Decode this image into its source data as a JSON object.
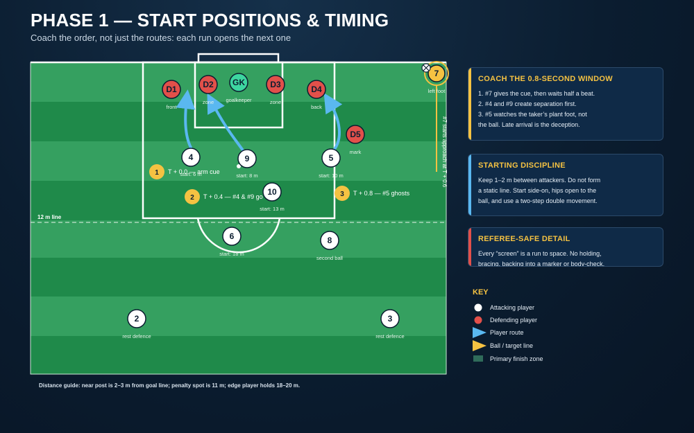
{
  "header": {
    "title": "PHASE 1 — START POSITIONS & TIMING",
    "subtitle": "Coach the order, not just the routes: each run opens the next one"
  },
  "pitch": {
    "line_label": "12 m line",
    "vertical_note": "#7 starts approach at T + 0.6",
    "defenders": [
      {
        "label": "D1",
        "caption": "front"
      },
      {
        "label": "D2",
        "caption": "zone"
      },
      {
        "label": "D3",
        "caption": "zone"
      },
      {
        "label": "D4",
        "caption": "back"
      },
      {
        "label": "D5",
        "caption": "mark"
      }
    ],
    "goalkeeper": {
      "label": "GK",
      "caption": "goalkeeper"
    },
    "attackers": [
      {
        "label": "4",
        "caption": "start: 6 m"
      },
      {
        "label": "9",
        "caption": "start: 8 m"
      },
      {
        "label": "5",
        "caption": "start: 10 m"
      },
      {
        "label": "10",
        "caption": "start: 13 m"
      },
      {
        "label": "6",
        "caption": "start: 18 m"
      },
      {
        "label": "8",
        "caption": "second ball"
      },
      {
        "label": "2",
        "caption": "rest defence"
      },
      {
        "label": "3",
        "caption": "rest defence"
      }
    ],
    "taker": {
      "label": "7",
      "caption": "left foot"
    },
    "timing": [
      {
        "num": "1",
        "text": "T + 0.0 — arm cue"
      },
      {
        "num": "2",
        "text": "T + 0.4 — #4 & #9 go"
      },
      {
        "num": "3",
        "text": "T + 0.8 — #5 ghosts"
      }
    ]
  },
  "panels": [
    {
      "title": "COACH THE 0.8-SECOND WINDOW",
      "lines": [
        "1. #7 gives the cue, then waits half a beat.",
        "2. #4 and #9 create separation first.",
        "3. #5 watches the taker’s plant foot, not",
        "the ball. Late arrival is the deception."
      ]
    },
    {
      "title": "STARTING DISCIPLINE",
      "lines": [
        "Keep 1–2 m between attackers. Do not form",
        "a static line. Start side-on, hips open to the",
        "ball, and use a two-step double movement."
      ]
    },
    {
      "title": "REFEREE-SAFE DETAIL",
      "lines": [
        "Every “screen” is a run to space. No holding,",
        "bracing, backing into a marker or body-check."
      ]
    }
  ],
  "key": {
    "title": "KEY",
    "items": [
      "Attacking player",
      "Defending player",
      "Player route",
      "Ball / target line",
      "Primary finish zone"
    ]
  },
  "footnote": "Distance guide: near post is 2–3 m from goal line; penalty spot is 11 m; edge player holds 18–20 m.",
  "colors": {
    "accent_yellow": "#f5c242",
    "route_blue": "#5ab8f0",
    "defender_red": "#e2504a",
    "keeper_teal": "#3dd6a0",
    "grass_light": "#35a060",
    "grass_dark": "#1f8a4a",
    "panel_bar_1": "#f5c242",
    "panel_bar_2": "#5ab8f0",
    "panel_bar_3": "#e2504a"
  }
}
